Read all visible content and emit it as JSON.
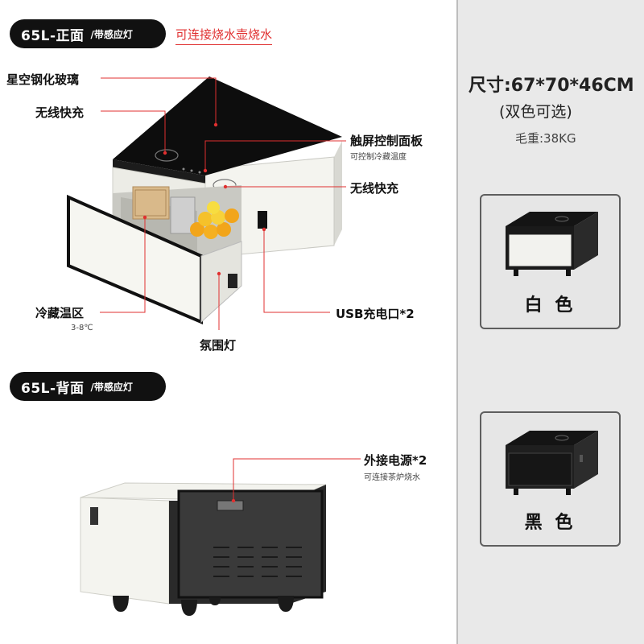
{
  "front_section": {
    "pill_main": "65L-正面",
    "pill_sub": "/带感应灯",
    "note": "可连接烧水壶烧水"
  },
  "back_section": {
    "pill_main": "65L-背面",
    "pill_sub": "/带感应灯"
  },
  "callouts": {
    "glass": "星空钢化玻璃",
    "wireless_left": "无线快充",
    "touch_panel": "触屏控制面板",
    "touch_panel_sub": "可控制冷藏温度",
    "wireless_right": "无线快充",
    "cold_zone": "冷藏温区",
    "cold_zone_sub": "3-8℃",
    "usb": "USB充电口*2",
    "ambient_light": "氛围灯",
    "external_power": "外接电源*2",
    "external_power_sub": "可连接茶炉烧水"
  },
  "specs": {
    "size": "尺寸:67*70*46CM",
    "colors_note": "(双色可选)",
    "weight": "毛重:38KG"
  },
  "variants": [
    {
      "label": "白 色",
      "color": "#f2f2ee"
    },
    {
      "label": "黑 色",
      "color": "#1a1a1a"
    }
  ],
  "colors": {
    "accent_red": "#e03030",
    "pill_bg": "#111111",
    "panel_bg": "#e9e9e9"
  }
}
